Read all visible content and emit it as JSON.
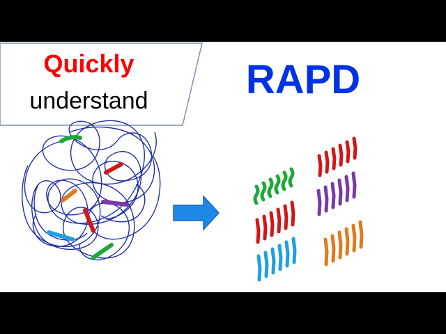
{
  "banner": {
    "line1": "Quickly",
    "line2": "understand",
    "line1_color": "#ff0000",
    "line2_color": "#000000",
    "border_color": "#7f8fb0"
  },
  "heading": {
    "text": "RAPD",
    "color": "#0033e6"
  },
  "colors": {
    "dna_strand": "#1f30a8",
    "green": "#1fa83a",
    "red": "#d01717",
    "purple": "#7a3aa8",
    "orange": "#e07a1e",
    "blue": "#20a0e0",
    "arrow_fill": "#1e88e5",
    "arrow_stroke": "#1565c0"
  },
  "illustration": {
    "left": "tangled DNA strand with colored primer binding sites",
    "right": "amplified fragment groups",
    "arrow": "arrow-right-icon"
  }
}
